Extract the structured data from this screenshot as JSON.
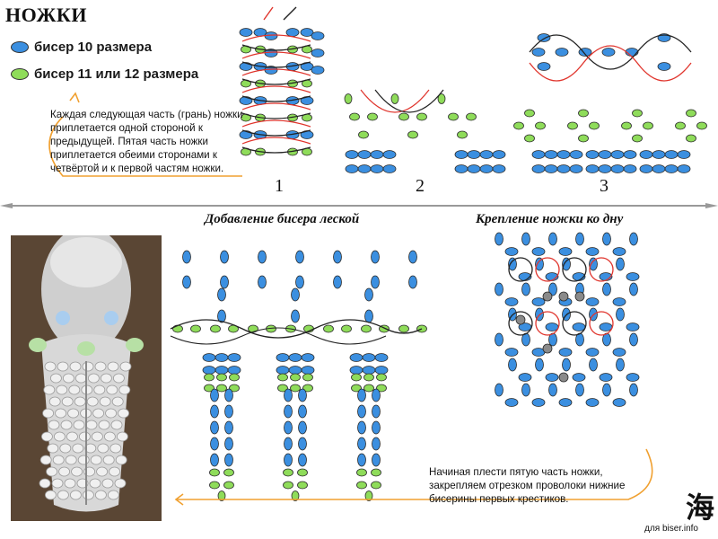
{
  "title": "НОЖКИ",
  "legend": [
    {
      "label": "бисер 10 размера",
      "color": "#3b8fe0"
    },
    {
      "label": "бисер 11 или 12 размера",
      "color": "#8fdc5a"
    }
  ],
  "note_top": "Каждая следующая часть (грань) ножки приплетается одной стороной к предыдущей. Пятая часть ножки приплетается обеими сторонами к четвёртой и к первой частям ножки.",
  "step_numbers": [
    "1",
    "2",
    "3"
  ],
  "heading_left": "Добавление бисера леской",
  "heading_right": "Крепление ножки ко дну",
  "note_bottom": "Начиная плести пятую часть ножки, закрепляем отрезком проволоки нижние бисерины первых крестиков.",
  "credit": "для biser.info",
  "colors": {
    "blue_bead": "#3b8fe0",
    "green_bead": "#8fdc5a",
    "thread_red": "#e0342c",
    "thread_dark": "#222222",
    "note_arrow": "#f0a030",
    "grey_bead": "#8a8a8a"
  },
  "icons": [
    "divider-arrow-icon",
    "curved-arrow-icon",
    "seal-icon"
  ]
}
